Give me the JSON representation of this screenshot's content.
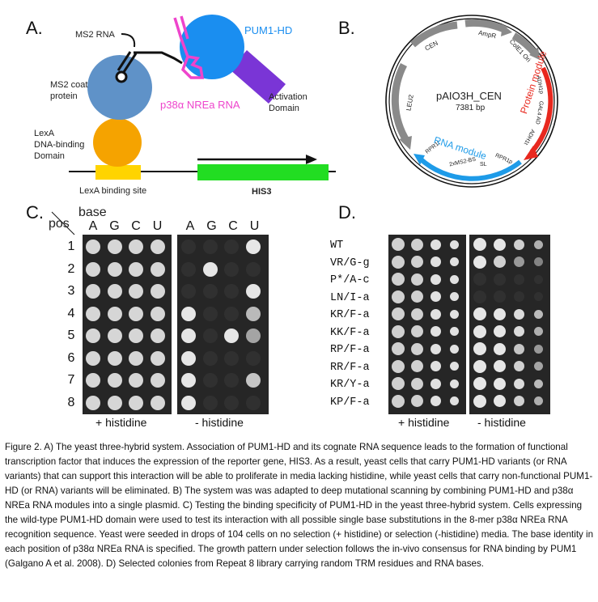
{
  "panel_a": {
    "label": "A.",
    "ms2_rna": "MS2 RNA",
    "pum1": "PUM1-HD",
    "ms2_coat": [
      "MS2 coat",
      "protein"
    ],
    "p38": "p38α NREa RNA",
    "activation": [
      "Activation",
      "Domain"
    ],
    "lexa_dbd": [
      "LexA",
      "DNA-binding",
      "Domain"
    ],
    "lexa_site": "LexA binding site",
    "his3": "HIS3",
    "colors": {
      "pum1": "#1a8ef0",
      "ms2": "#5f92c8",
      "lexa": "#f5a300",
      "site": "#ffd400",
      "his3": "#22dd22",
      "ad": "#7a35d6",
      "rna": "#ee44cc"
    }
  },
  "panel_b": {
    "label": "B.",
    "plasmid": "pAIO3H_CEN",
    "size": "7381 bp",
    "features": [
      "CEN",
      "AmpR",
      "ColE1 Ori",
      "ADH1p",
      "GAL4 AD",
      "ADH1t",
      "LEU2",
      "RPR1t",
      "2xMS2-BS",
      "SL",
      "RPR1p"
    ],
    "protein_module": "Protein module",
    "rna_module": "RNA module",
    "colors": {
      "protein": "#e8281e",
      "rna": "#1e9be8",
      "gray": "#8a8a8a"
    }
  },
  "panel_c": {
    "label": "C.",
    "pos": "pos",
    "base": "base",
    "bases": [
      "A",
      "G",
      "C",
      "U"
    ],
    "positions": [
      "1",
      "2",
      "3",
      "4",
      "5",
      "6",
      "7",
      "8"
    ],
    "plus_label": "+ histidine",
    "minus_label": "- histidine",
    "minus_growth": [
      [
        0,
        0,
        0,
        1
      ],
      [
        0,
        1,
        0,
        0
      ],
      [
        0,
        0,
        0,
        1
      ],
      [
        1,
        0,
        0,
        0.6
      ],
      [
        1,
        0,
        1,
        0.4
      ],
      [
        1,
        0,
        0,
        0
      ],
      [
        1,
        0,
        0,
        0.7
      ],
      [
        1,
        0,
        0,
        0
      ]
    ]
  },
  "panel_d": {
    "label": "D.",
    "variants": [
      "WT",
      "VR/G-g",
      "P*/A-c",
      "LN/I-a",
      "KR/F-a",
      "KK/F-a",
      "RP/F-a",
      "RR/F-a",
      "KR/Y-a",
      "KP/F-a"
    ],
    "plus_label": "+ histidine",
    "minus_label": "- histidine",
    "minus_growth": [
      [
        1,
        1,
        0.8,
        0.5
      ],
      [
        1,
        0.8,
        0.3,
        0.1
      ],
      [
        0,
        0,
        0,
        0
      ],
      [
        0,
        0,
        0,
        0
      ],
      [
        1,
        1,
        0.9,
        0.6
      ],
      [
        1,
        1,
        0.9,
        0.5
      ],
      [
        1,
        1,
        0.7,
        0.3
      ],
      [
        1,
        1,
        0.8,
        0.4
      ],
      [
        1,
        1,
        0.9,
        0.6
      ],
      [
        1,
        1,
        0.8,
        0.5
      ]
    ]
  },
  "caption": "Figure 2. A) The yeast three-hybrid system. Association of PUM1-HD and its cognate RNA sequence leads to the formation of functional transcription factor that induces the expression of the reporter gene, HIS3. As a result, yeast cells that carry PUM1-HD variants (or RNA variants) that can support this interaction will be able to proliferate in media lacking histidine, while yeast cells that carry non-functional PUM1-HD (or RNA) variants will be eliminated. B) The system was  was adapted to deep mutational scanning by combining PUM1-HD and p38α NREa RNA modules into a single plasmid. C) Testing the binding specificity of PUM1-HD in the yeast three-hybrid system. Cells expressing the wild-type PUM1-HD domain were used to test its interaction with all possible single base substitutions in the 8-mer p38α NREa RNA recognition sequence. Yeast were seeded in drops of 104 cells on no selection (+ histidine) or selection (-histidine) media. The base identity in each position of p38α NREa RNA is specified. The growth pattern under selection follows the in-vivo consensus for RNA binding by PUM1 (Galgano A et al. 2008). D) Selected colonies from Repeat 8 library carrying random TRM residues and RNA bases."
}
